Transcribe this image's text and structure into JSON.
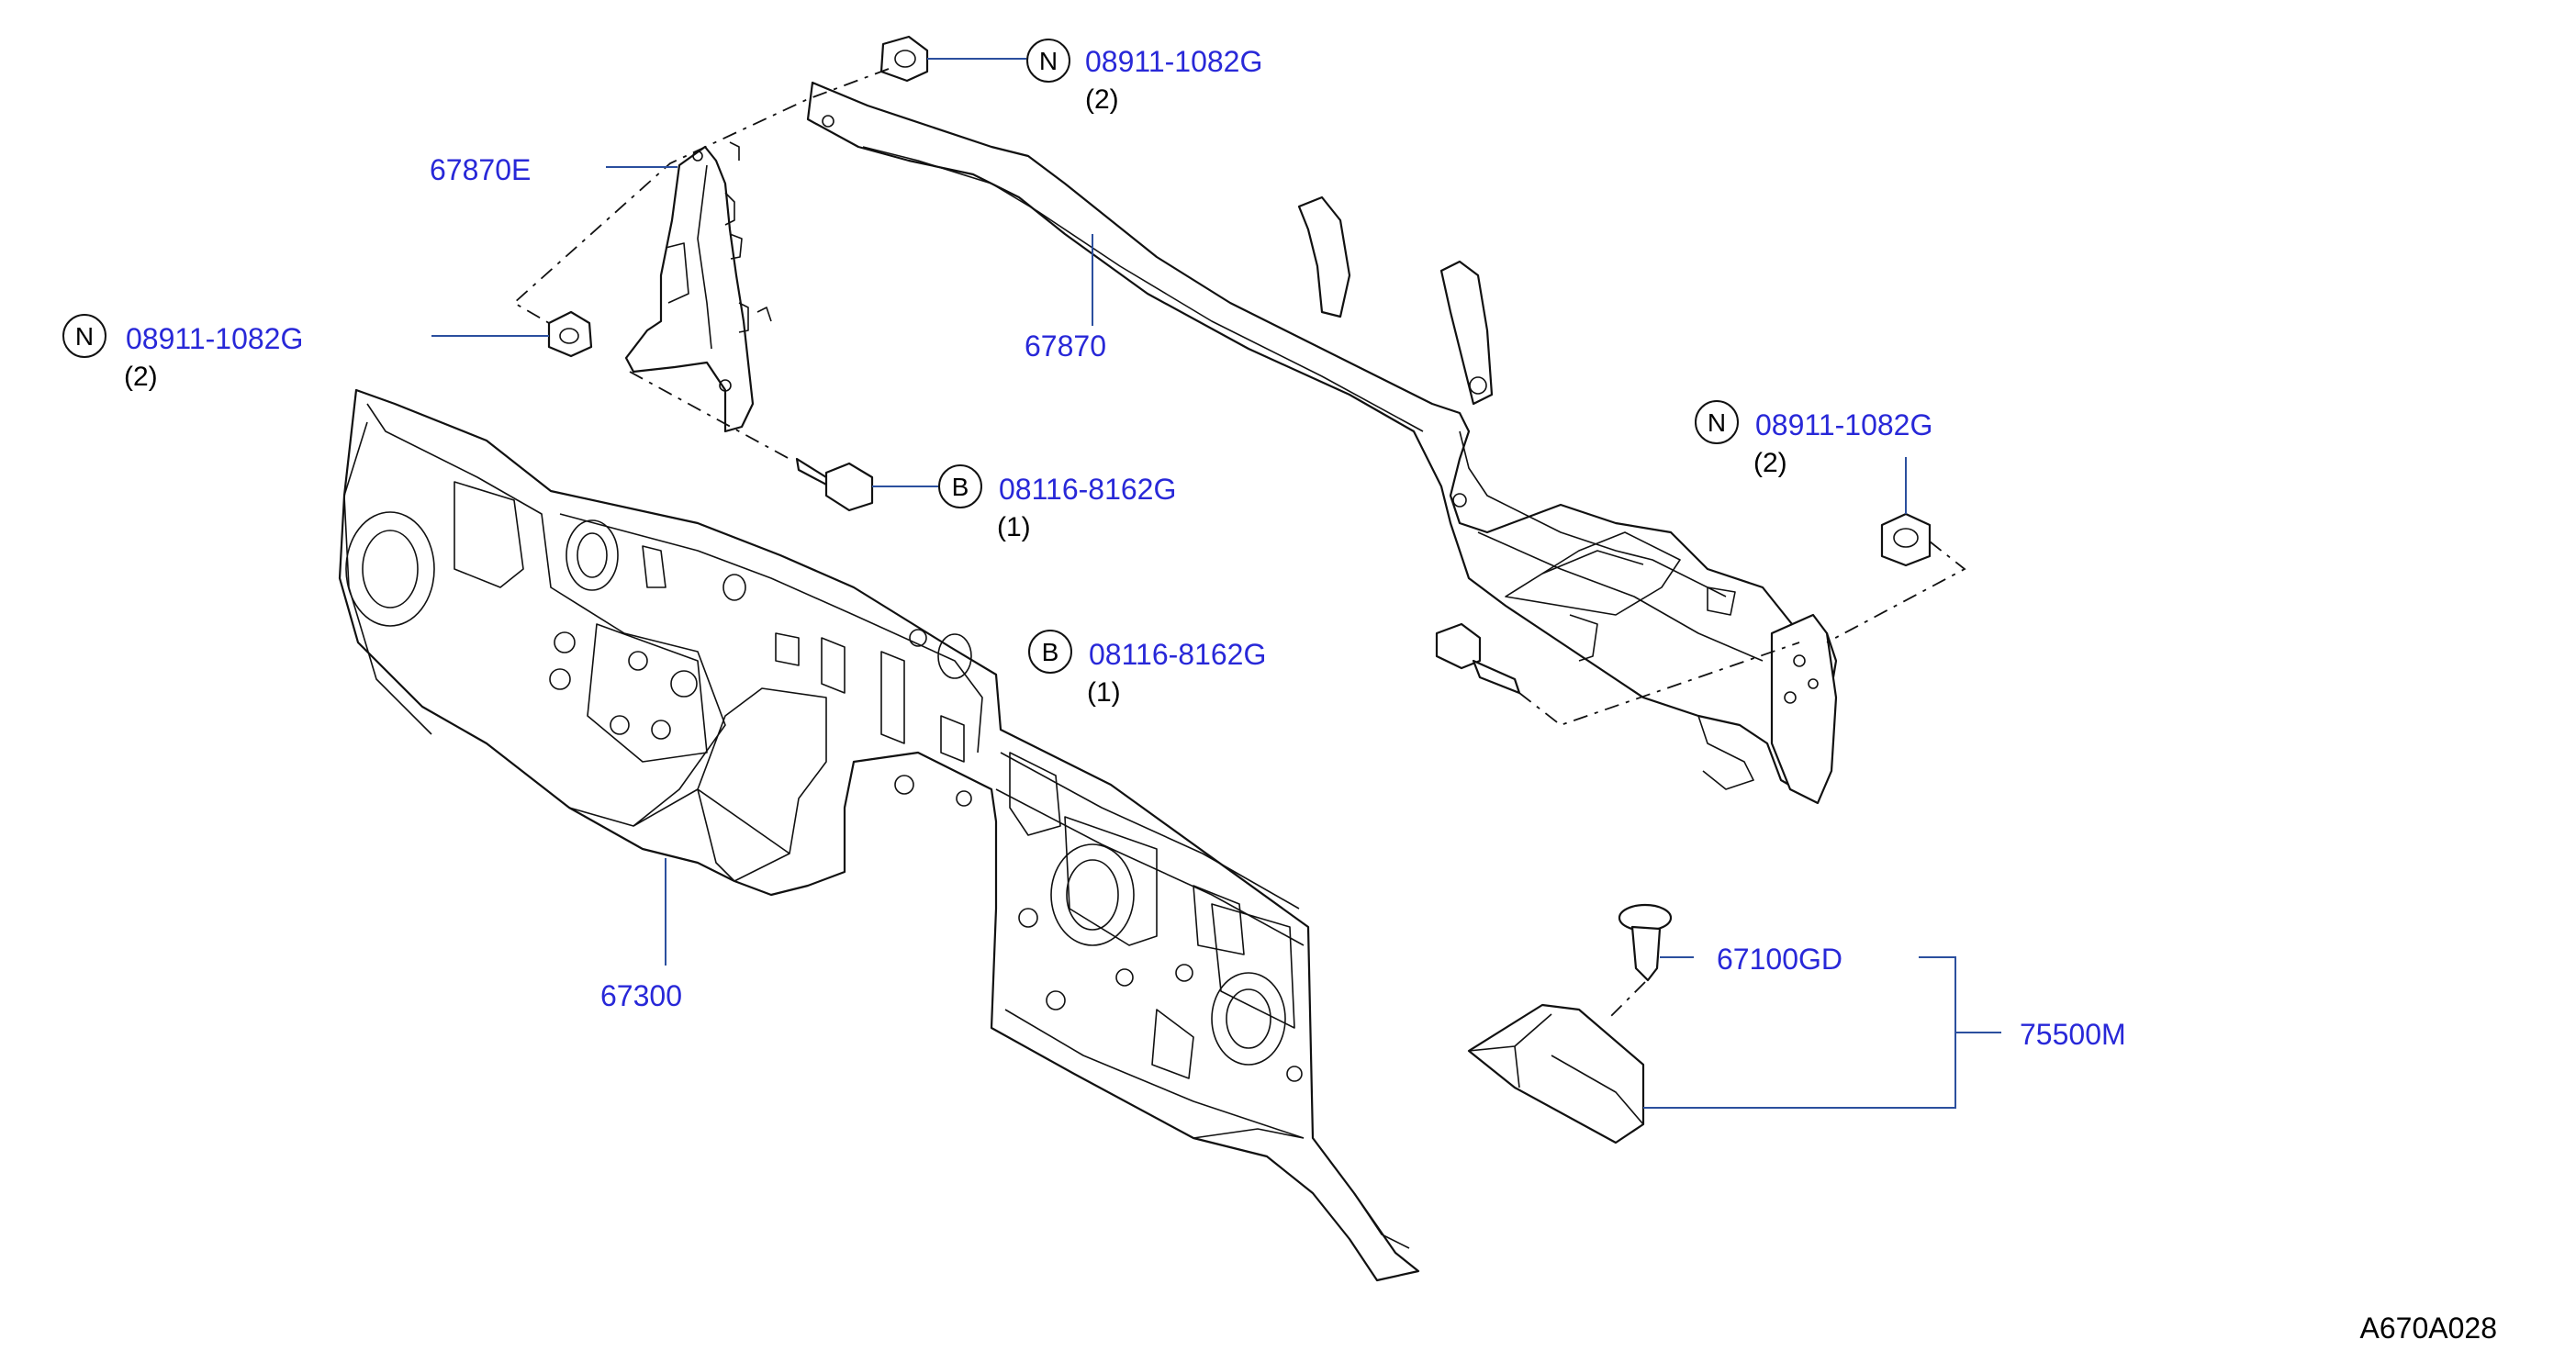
{
  "parts": {
    "nut_top": {
      "symbol": "N",
      "number": "08911-1082G",
      "qty": "(2)"
    },
    "nut_left": {
      "symbol": "N",
      "number": "08911-1082G",
      "qty": "(2)"
    },
    "nut_right": {
      "symbol": "N",
      "number": "08911-1082G",
      "qty": "(2)"
    },
    "bolt_left": {
      "symbol": "B",
      "number": "08116-8162G",
      "qty": "(1)"
    },
    "bolt_center": {
      "symbol": "B",
      "number": "08116-8162G",
      "qty": "(1)"
    },
    "bracket": {
      "number": "67870E"
    },
    "crossmember": {
      "number": "67870"
    },
    "dash_panel": {
      "number": "67300"
    },
    "clip": {
      "number": "67100GD"
    },
    "cover_assembly": {
      "number": "75500M"
    }
  },
  "diagram_ref": "A670A028"
}
